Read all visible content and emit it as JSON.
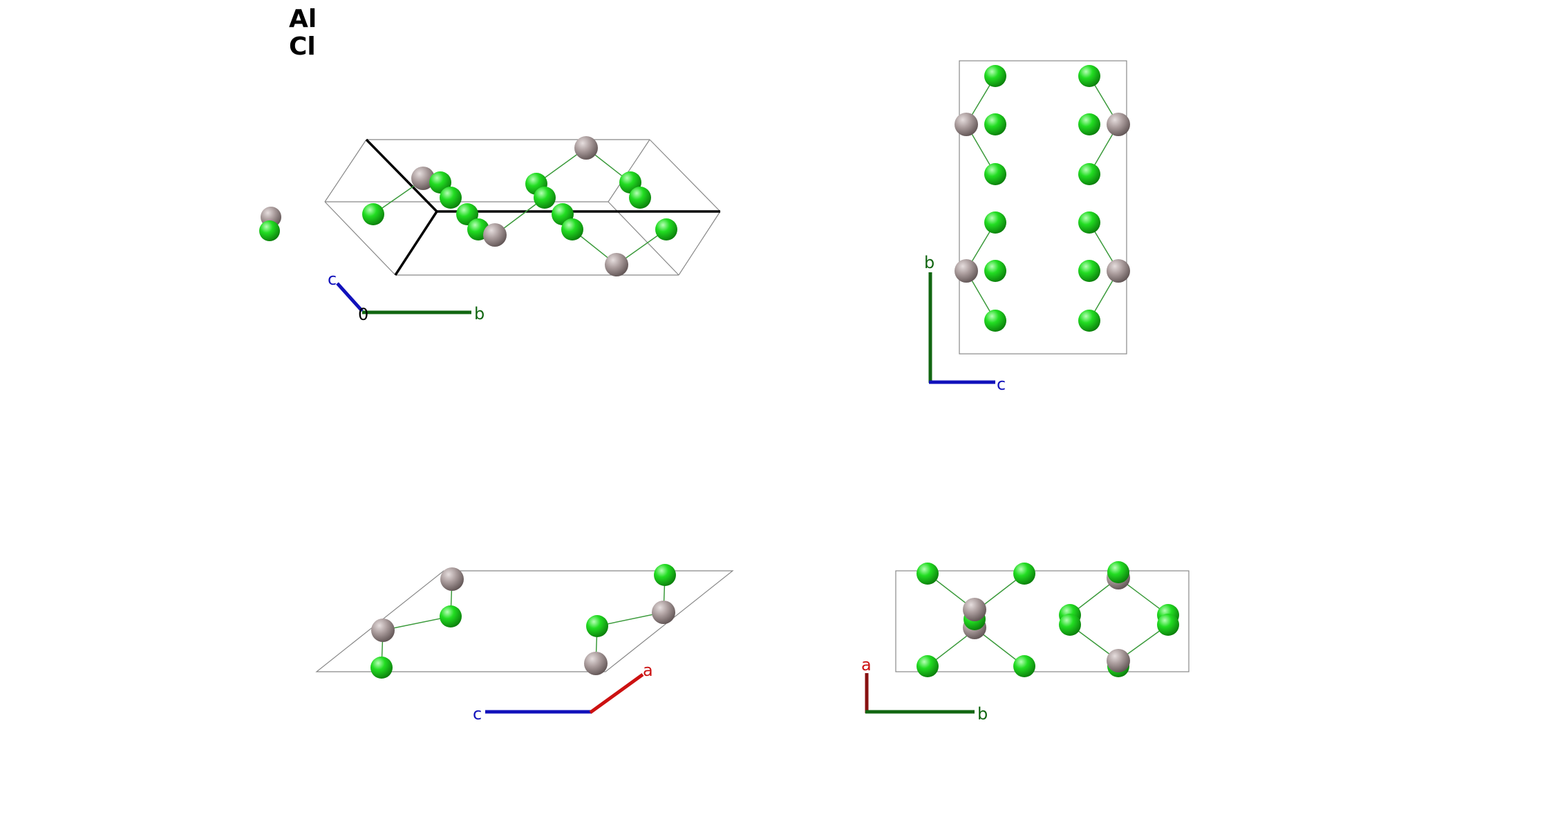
{
  "legend": {
    "items": [
      {
        "element": "Al",
        "color": "#a89a9a"
      },
      {
        "element": "Cl",
        "color": "#1fdd1f"
      }
    ]
  },
  "colors": {
    "al_atom": "#a89a9a",
    "cl_atom": "#1fdd1f",
    "a_axis": "#cc1111",
    "b_axis": "#116611",
    "c_axis": "#1111bb",
    "cell": "#888888"
  },
  "views": {
    "perspective": {
      "axes": {
        "origin": "0",
        "b": "b",
        "c": "c"
      }
    },
    "along_a": {
      "axes": {
        "b": "b",
        "c": "c"
      }
    },
    "along_b": {
      "axes": {
        "a": "a",
        "c": "c"
      }
    },
    "along_c": {
      "axes": {
        "a": "a",
        "b": "b"
      }
    }
  }
}
